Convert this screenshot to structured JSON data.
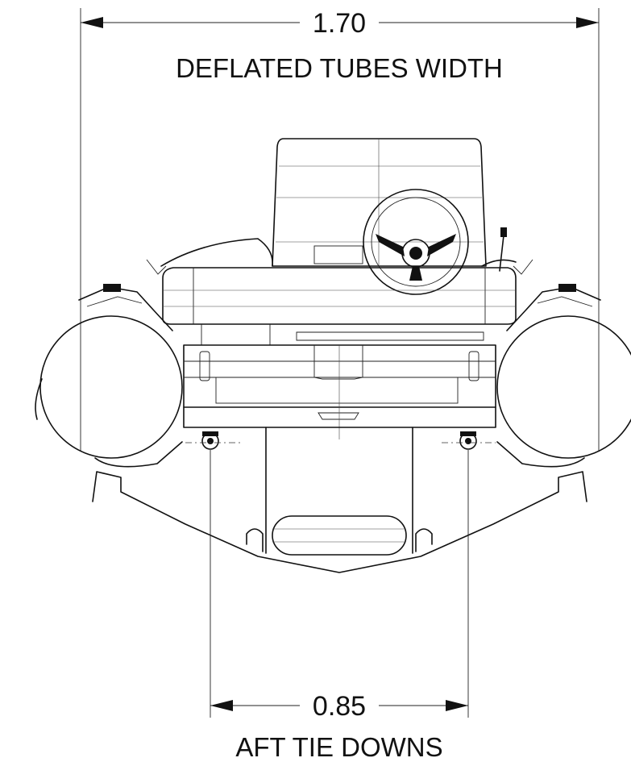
{
  "dimensions": {
    "overall": {
      "value": "1.70",
      "caption": "DEFLATED TUBES WIDTH"
    },
    "tie_downs": {
      "value": "0.85",
      "caption": "AFT TIE DOWNS"
    }
  },
  "colors": {
    "line": "#111111",
    "background": "#ffffff"
  }
}
